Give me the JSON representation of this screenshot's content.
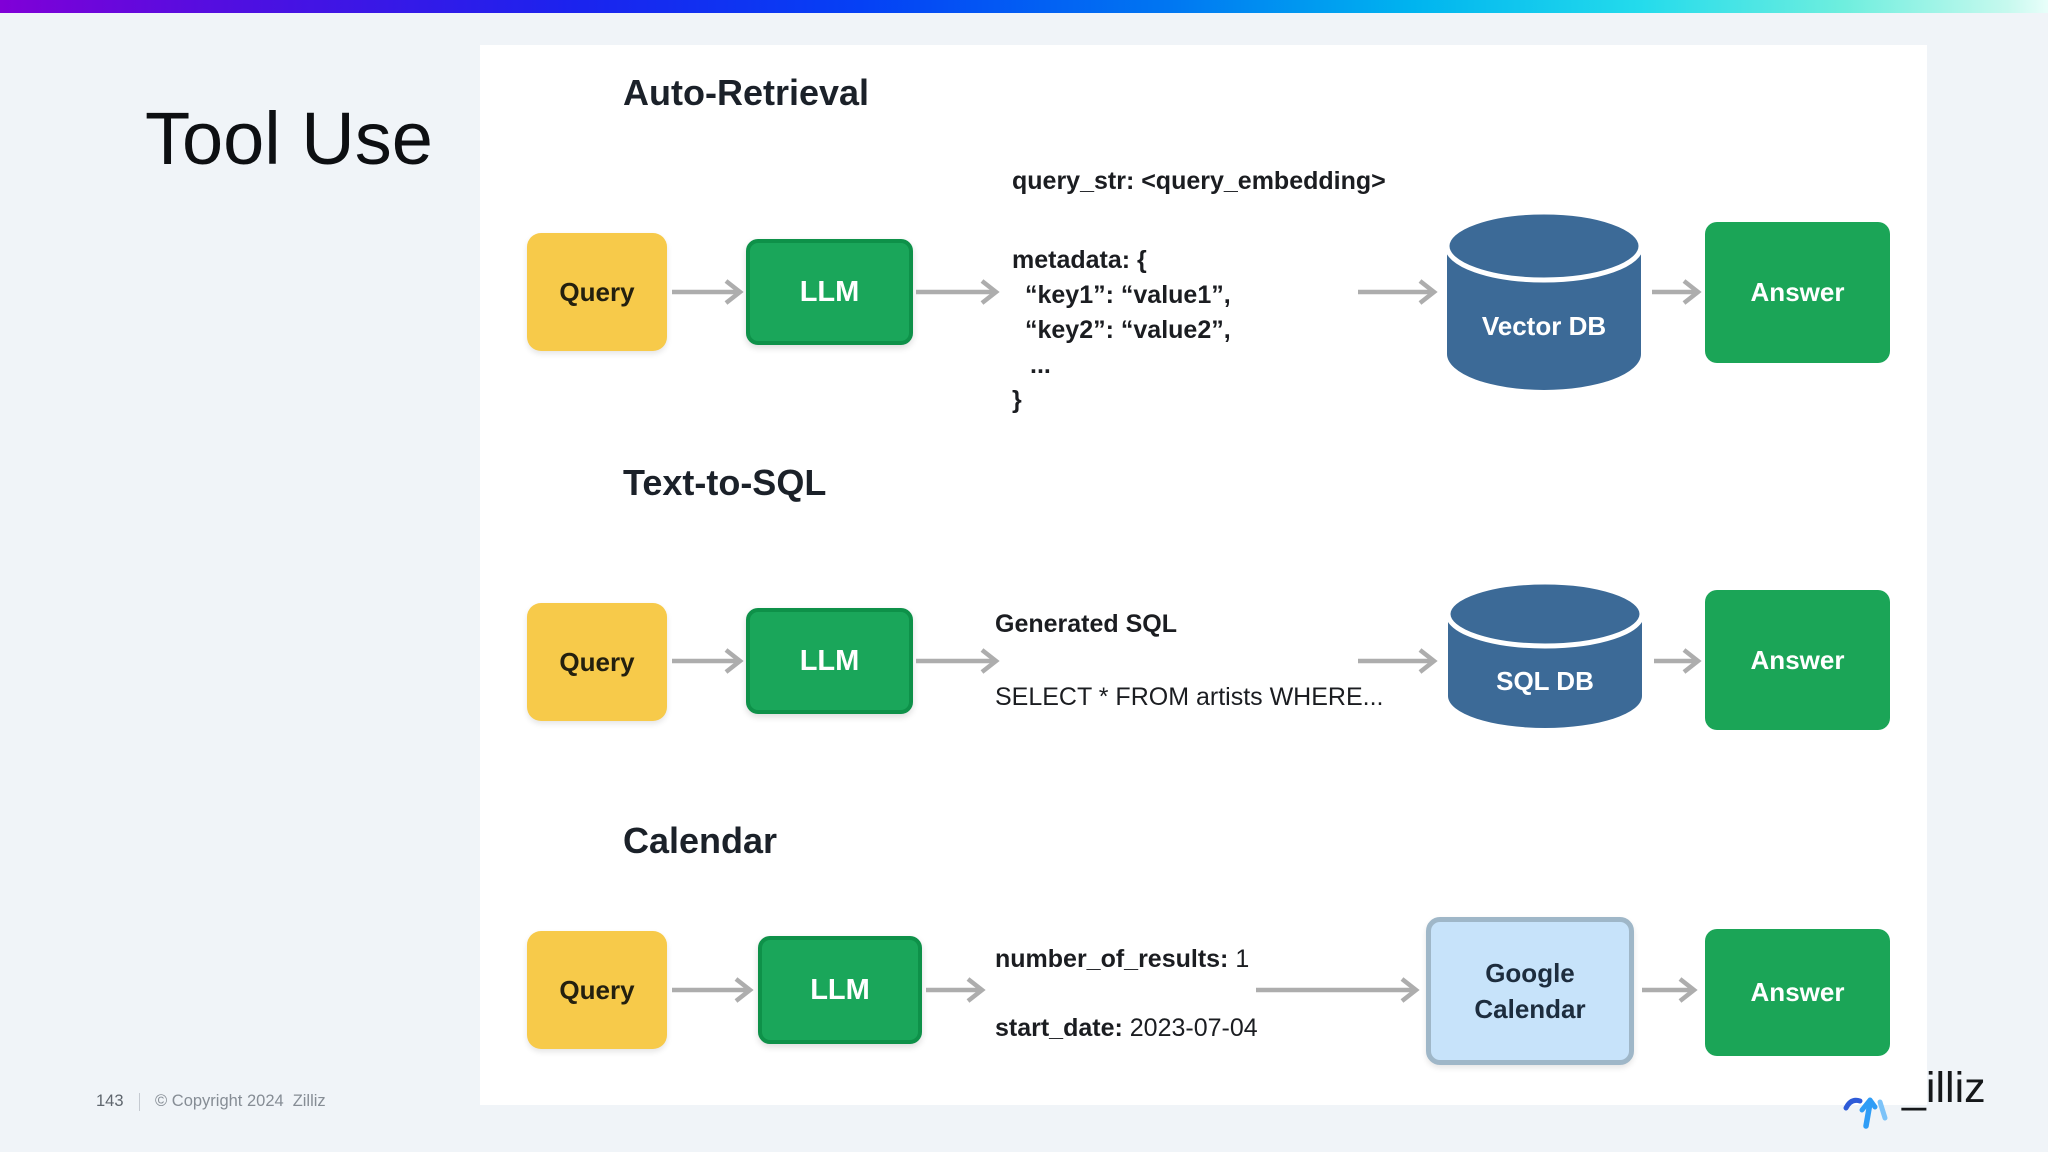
{
  "slide": {
    "title": "Tool Use",
    "footer": {
      "page_number": "143",
      "copyright": "© Copyright 2024",
      "brand": "Zilliz"
    },
    "logo_text": "_illiz"
  },
  "colors": {
    "background": "#F0F4F8",
    "panel": "#FFFFFF",
    "query_yellow": "#F7CA4A",
    "llm_green": "#1AA65A",
    "llm_border_green": "#0E9149",
    "answer_green": "#1BA557",
    "db_blue": "#3C6A97",
    "calendar_blue": "#C7E3FA",
    "calendar_border": "#9FB7C8",
    "arrow_gray": "#ADADAD",
    "gradient_left_purple": "#8000D7",
    "gradient_mid_blue": "#0540F5",
    "gradient_right_cyan": "#6EEEDE"
  },
  "sections": [
    {
      "heading": "Auto-Retrieval",
      "query_label": "Query",
      "llm_label": "LLM",
      "payload_line": "query_str: <query_embedding>",
      "metadata_lines": [
        "metadata: {",
        "“key1”: “value1”,",
        "“key2”: “value2”,",
        "...",
        "}"
      ],
      "tool_label": "Vector DB",
      "answer_label": "Answer"
    },
    {
      "heading": "Text-to-SQL",
      "query_label": "Query",
      "llm_label": "LLM",
      "payload_title": "Generated SQL",
      "payload_code": "SELECT * FROM artists WHERE...",
      "tool_label": "SQL DB",
      "answer_label": "Answer"
    },
    {
      "heading": "Calendar",
      "query_label": "Query",
      "llm_label": "LLM",
      "params": [
        {
          "label": "number_of_results:",
          "value": "1"
        },
        {
          "label": "start_date:",
          "value": "2023-07-04"
        }
      ],
      "tool_label_line1": "Google",
      "tool_label_line2": "Calendar",
      "answer_label": "Answer"
    }
  ]
}
